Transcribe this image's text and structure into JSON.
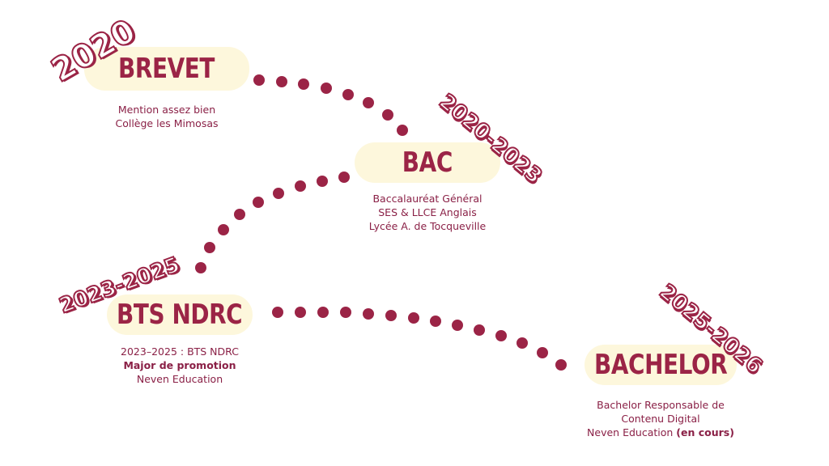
{
  "colors": {
    "accent": "#9b2446",
    "pill_bg": "#fdf7dc",
    "text": "#8a2046"
  },
  "milestones": [
    {
      "title": "BREVET",
      "years": "2020",
      "lines": [
        "Mention assez bien",
        "Collège les Mimosas"
      ]
    },
    {
      "title": "BAC",
      "years": "2020-2023",
      "lines": [
        "Baccalauréat Général",
        "SES & LLCE Anglais",
        "Lycée A. de Tocqueville"
      ]
    },
    {
      "title": "BTS NDRC",
      "years": "2023-2025",
      "lines": [
        "2023–2025 : BTS NDRC",
        "Major de promotion",
        "Neven Education"
      ]
    },
    {
      "title": "BACHELOR",
      "years": "2025-2026",
      "lines": [
        "Bachelor Responsable de",
        "Contenu Digital",
        "Neven Education"
      ],
      "suffix": "(en cours)"
    }
  ]
}
